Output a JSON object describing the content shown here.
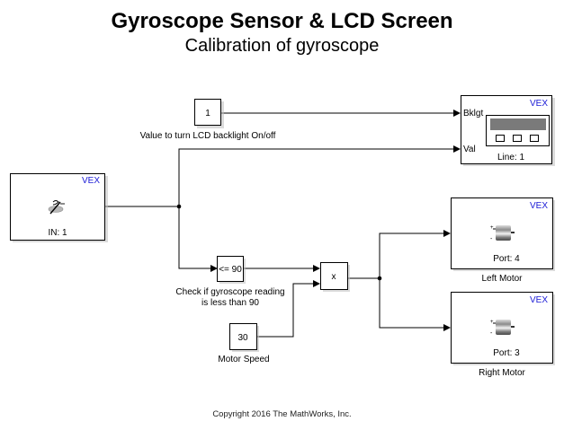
{
  "header": {
    "title": "Gyroscope Sensor & LCD Screen",
    "subtitle": "Calibration of gyroscope"
  },
  "blocks": {
    "backlight_const": {
      "value": "1",
      "caption": "Value to turn LCD backlight On/off"
    },
    "gyro_sensor": {
      "brand": "VEX",
      "label": "IN: 1",
      "icon": "gyroscope-icon"
    },
    "lcd": {
      "brand": "VEX",
      "label": "Line: 1",
      "ports": [
        "Bklgt",
        "Val"
      ],
      "icon": "lcd-screen-icon"
    },
    "compare": {
      "value": "<= 90",
      "caption_line1": "Check if gyroscope reading",
      "caption_line2": "is less than 90"
    },
    "motor_speed": {
      "value": "30",
      "caption": "Motor Speed"
    },
    "product": {
      "value": "x"
    },
    "left_motor": {
      "brand": "VEX",
      "label": "Port: 4",
      "caption": "Left Motor",
      "icon": "motor-icon"
    },
    "right_motor": {
      "brand": "VEX",
      "label": "Port: 3",
      "caption": "Right Motor",
      "icon": "motor-icon"
    }
  },
  "footer": {
    "copyright": "Copyright 2016 The MathWorks, Inc."
  },
  "colors": {
    "brand": "#1a1ad6",
    "lcd_screen": "#7a7a7a"
  }
}
